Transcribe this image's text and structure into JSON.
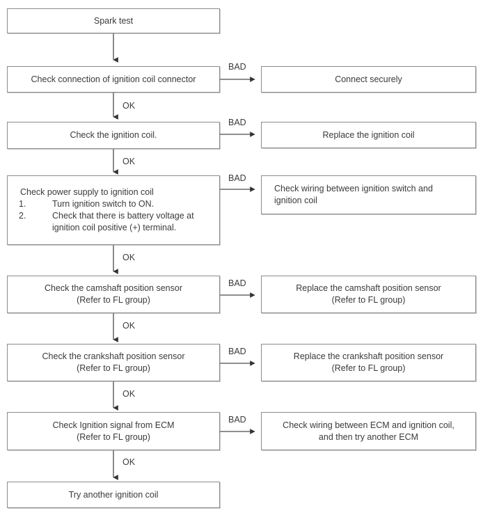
{
  "diagram": {
    "title": "Spark / ignition coil troubleshooting flowchart",
    "colors": {
      "border": "#8b8b8b",
      "text": "#3a3a3a",
      "background": "#ffffff",
      "connector": "#4a4a4a"
    },
    "labels": {
      "ok": "OK",
      "bad": "BAD"
    },
    "main_steps": [
      {
        "id": "spark-test",
        "lines": [
          "Spark test"
        ]
      },
      {
        "id": "check-connector",
        "lines": [
          "Check connection of ignition coil connector"
        ]
      },
      {
        "id": "check-coil",
        "lines": [
          "Check the ignition coil."
        ]
      },
      {
        "id": "check-power-supply",
        "heading": "Check power supply to ignition coil",
        "items": [
          {
            "num": "1.",
            "lines": [
              "Turn ignition switch to ON."
            ]
          },
          {
            "num": "2.",
            "lines": [
              "Check that there is battery voltage at",
              "ignition coil positive (+) terminal."
            ]
          }
        ]
      },
      {
        "id": "check-camshaft-sensor",
        "lines": [
          "Check the camshaft position sensor",
          "(Refer to FL group)"
        ]
      },
      {
        "id": "check-crankshaft-sensor",
        "lines": [
          "Check the crankshaft position sensor",
          "(Refer to FL group)"
        ]
      },
      {
        "id": "check-ignition-signal",
        "lines": [
          "Check Ignition signal from ECM",
          "(Refer to FL group)"
        ]
      },
      {
        "id": "try-another-coil",
        "lines": [
          "Try another ignition coil"
        ]
      }
    ],
    "bad_outcomes": [
      {
        "id": "connect-securely",
        "lines": [
          "Connect securely"
        ]
      },
      {
        "id": "replace-ignition-coil",
        "lines": [
          "Replace the ignition coil"
        ]
      },
      {
        "id": "check-wiring-ignition-switch",
        "lines": [
          "Check wiring between ignition switch and",
          "ignition coil"
        ]
      },
      {
        "id": "replace-camshaft-sensor",
        "lines": [
          "Replace the camshaft position sensor",
          "(Refer to FL group)"
        ]
      },
      {
        "id": "replace-crankshaft-sensor",
        "lines": [
          "Replace the crankshaft position sensor",
          "(Refer to FL group)"
        ]
      },
      {
        "id": "check-wiring-ecm",
        "lines": [
          "Check wiring between ECM and ignition coil,",
          "and then try another ECM"
        ]
      }
    ],
    "ok_edges": [
      {
        "from": "check-connector",
        "to": "check-coil",
        "label": "OK"
      },
      {
        "from": "check-coil",
        "to": "check-power-supply",
        "label": "OK"
      },
      {
        "from": "check-power-supply",
        "to": "check-camshaft-sensor",
        "label": "OK"
      },
      {
        "from": "check-camshaft-sensor",
        "to": "check-crankshaft-sensor",
        "label": "OK"
      },
      {
        "from": "check-crankshaft-sensor",
        "to": "check-ignition-signal",
        "label": "OK"
      },
      {
        "from": "check-ignition-signal",
        "to": "try-another-coil",
        "label": "OK"
      }
    ],
    "bad_edges": [
      {
        "from": "check-connector",
        "to": "connect-securely",
        "label": "BAD"
      },
      {
        "from": "check-coil",
        "to": "replace-ignition-coil",
        "label": "BAD"
      },
      {
        "from": "check-power-supply",
        "to": "check-wiring-ignition-switch",
        "label": "BAD"
      },
      {
        "from": "check-camshaft-sensor",
        "to": "replace-camshaft-sensor",
        "label": "BAD"
      },
      {
        "from": "check-crankshaft-sensor",
        "to": "replace-crankshaft-sensor",
        "label": "BAD"
      },
      {
        "from": "check-ignition-signal",
        "to": "check-wiring-ecm",
        "label": "BAD"
      }
    ]
  }
}
